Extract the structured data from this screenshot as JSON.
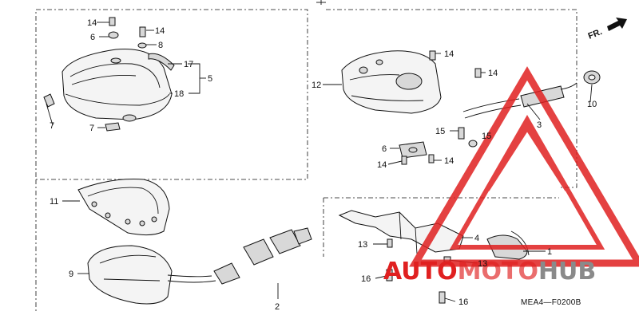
{
  "parts": {
    "p1": "1",
    "p2": "2",
    "p3": "3",
    "p4": "4",
    "p5": "5",
    "p6": "6",
    "p7": "7",
    "p8": "8",
    "p9": "9",
    "p10": "10",
    "p11": "11",
    "p12": "12",
    "p13": "13",
    "p14": "14",
    "p15": "15",
    "p16": "16",
    "p17": "17",
    "p18": "18"
  },
  "direction_label": "FR.",
  "diagram_code": "MEA4—F0200B",
  "watermark": {
    "part1": "AUTO",
    "part2": "MOTO",
    "part3": "HUB",
    "color_red": "#e02020",
    "color_gray": "#8a8a8a"
  }
}
